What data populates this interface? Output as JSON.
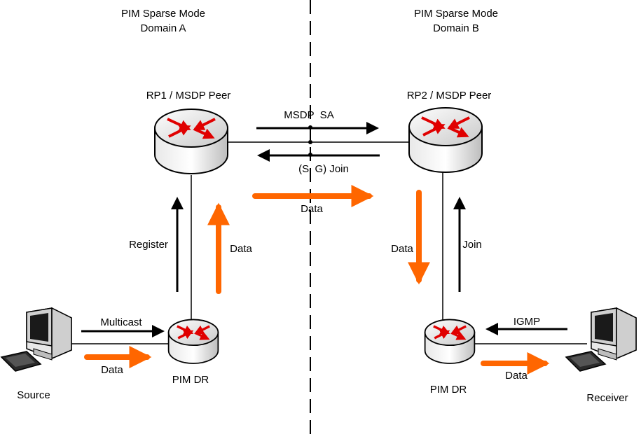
{
  "domains": {
    "a": {
      "line1": "PIM Sparse Mode",
      "line2": "Domain A"
    },
    "b": {
      "line1": "PIM Sparse Mode",
      "line2": "Domain B"
    }
  },
  "nodes": {
    "rp1": "RP1 / MSDP Peer",
    "rp2": "RP2 / MSDP Peer",
    "dr_a": "PIM DR",
    "dr_b": "PIM DR",
    "source": "Source",
    "receiver": "Receiver"
  },
  "labels": {
    "msdp_sa": "MSDP  SA",
    "sg_join": "(S, G) Join",
    "data_inter": "Data",
    "register": "Register",
    "data_a_up": "Data",
    "data_b_down": "Data",
    "join_b": "Join",
    "multicast": "Multicast",
    "data_source": "Data",
    "igmp": "IGMP",
    "data_receiver": "Data"
  },
  "colors": {
    "control_arrow": "#000000",
    "data_arrow": "#ff6600",
    "router_arrow": "#e00000"
  }
}
